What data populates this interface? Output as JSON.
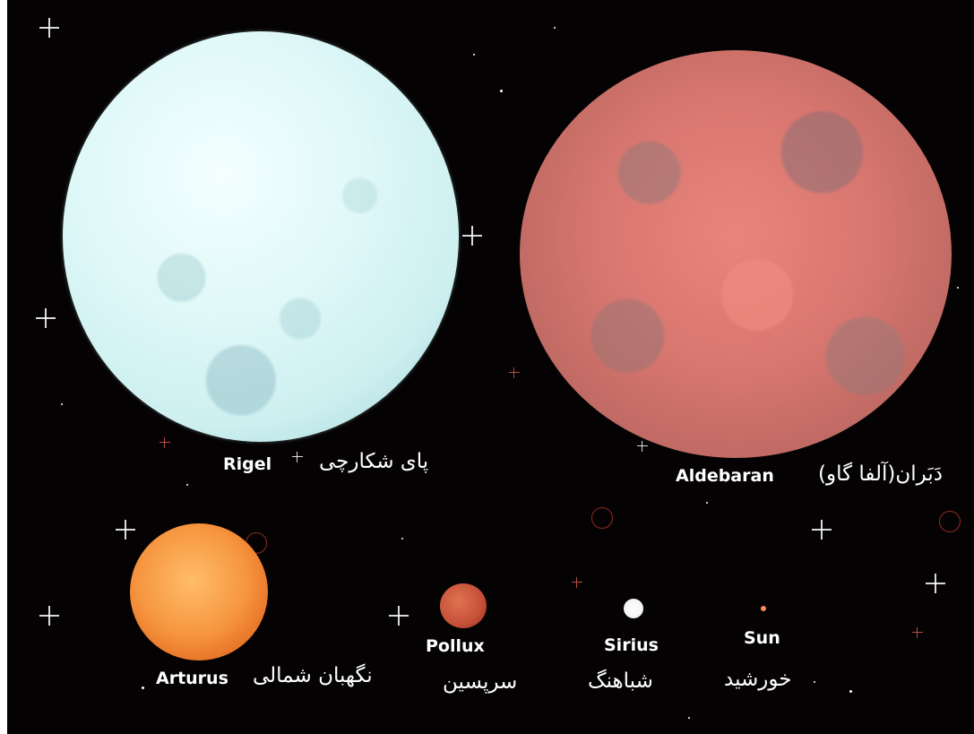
{
  "stars": [
    {
      "id": "rigel",
      "name_en": "Rigel",
      "name_fa": "پای شکارچی",
      "color": "#e2f9f9"
    },
    {
      "id": "aldebaran",
      "name_en": "Aldebaran",
      "name_fa": "دَبَران(آلفا گاو)",
      "color": "#d7766f"
    },
    {
      "id": "arturus",
      "name_en": "Arturus",
      "name_fa": "نگهبان شمالی",
      "color": "#f6953f"
    },
    {
      "id": "pollux",
      "name_en": "Pollux",
      "name_fa": "سرپسین",
      "color": "#c55037"
    },
    {
      "id": "sirius",
      "name_en": "Sirius",
      "name_fa": "شباهنگ",
      "color": "#ffffff"
    },
    {
      "id": "sun",
      "name_en": "Sun",
      "name_fa": "خورشید",
      "color": "#ff8a5c"
    }
  ],
  "background_color": "#050203"
}
